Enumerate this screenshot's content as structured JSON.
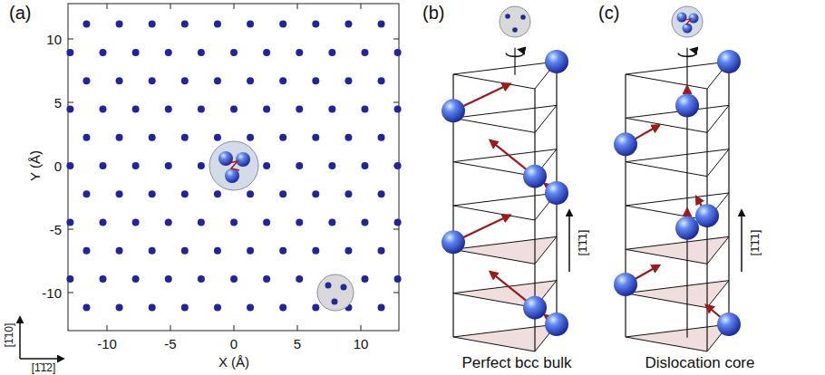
{
  "diagram": {
    "labels": [
      "(a)",
      "10",
      "5",
      "0",
      "-5",
      "-10",
      "-10",
      "-5",
      "0",
      "5",
      "10",
      "Y (Å)",
      "X (Å)",
      "[1̄10]",
      "[1̄1̄2]",
      "(b)",
      "[1̄1̄1]",
      "Perfect bcc bulk",
      "(c)",
      "[1̄1̄1]",
      "Dislocation core"
    ]
  }
}
